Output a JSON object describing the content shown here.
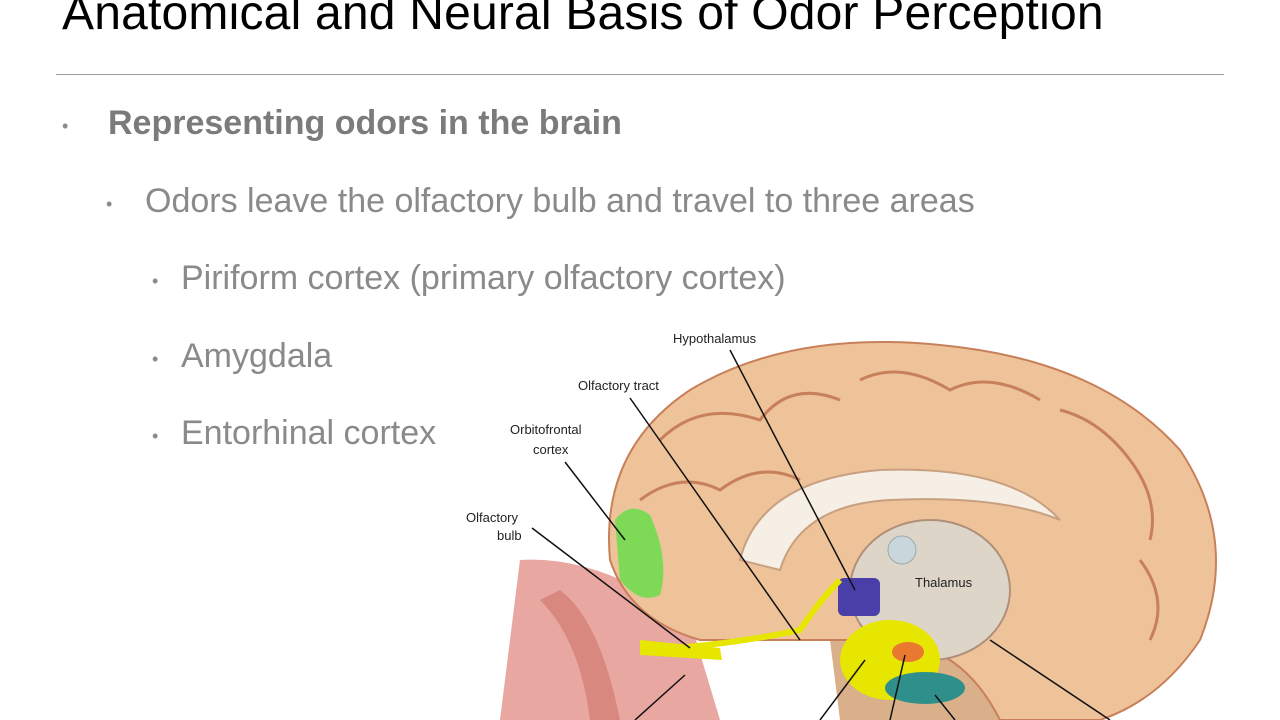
{
  "slide": {
    "title": "Anatomical and Neural Basis of Odor Perception",
    "bullets": [
      {
        "level": 1,
        "text": "Representing odors in the brain"
      },
      {
        "level": 2,
        "text": "Odors leave the olfactory bulb and travel to three areas"
      },
      {
        "level": 3,
        "text": "Piriform cortex (primary olfactory cortex)"
      },
      {
        "level": 3,
        "text": "Amygdala"
      },
      {
        "level": 3,
        "text": "Entorhinal cortex"
      }
    ],
    "bullet_glyph": "•"
  },
  "figure": {
    "labels": {
      "hypothalamus": "Hypothalamus",
      "olfactory_tract": "Olfactory tract",
      "orbitofrontal_1": "Orbitofrontal",
      "orbitofrontal_2": "cortex",
      "olfactory_bulb_1": "Olfactory",
      "olfactory_bulb_2": "bulb",
      "thalamus": "Thalamus"
    },
    "colors": {
      "brain": "#eec39a",
      "gyrus_lines": "#c8805a",
      "orbitofrontal": "#7ed957",
      "olfactory_pathway": "#e6e600",
      "hypothalamus": "#4a3fa8",
      "amygdala": "#e8792e",
      "entorhinal": "#2f8f8a",
      "nasal_tissue": "#e8a7a0"
    }
  }
}
